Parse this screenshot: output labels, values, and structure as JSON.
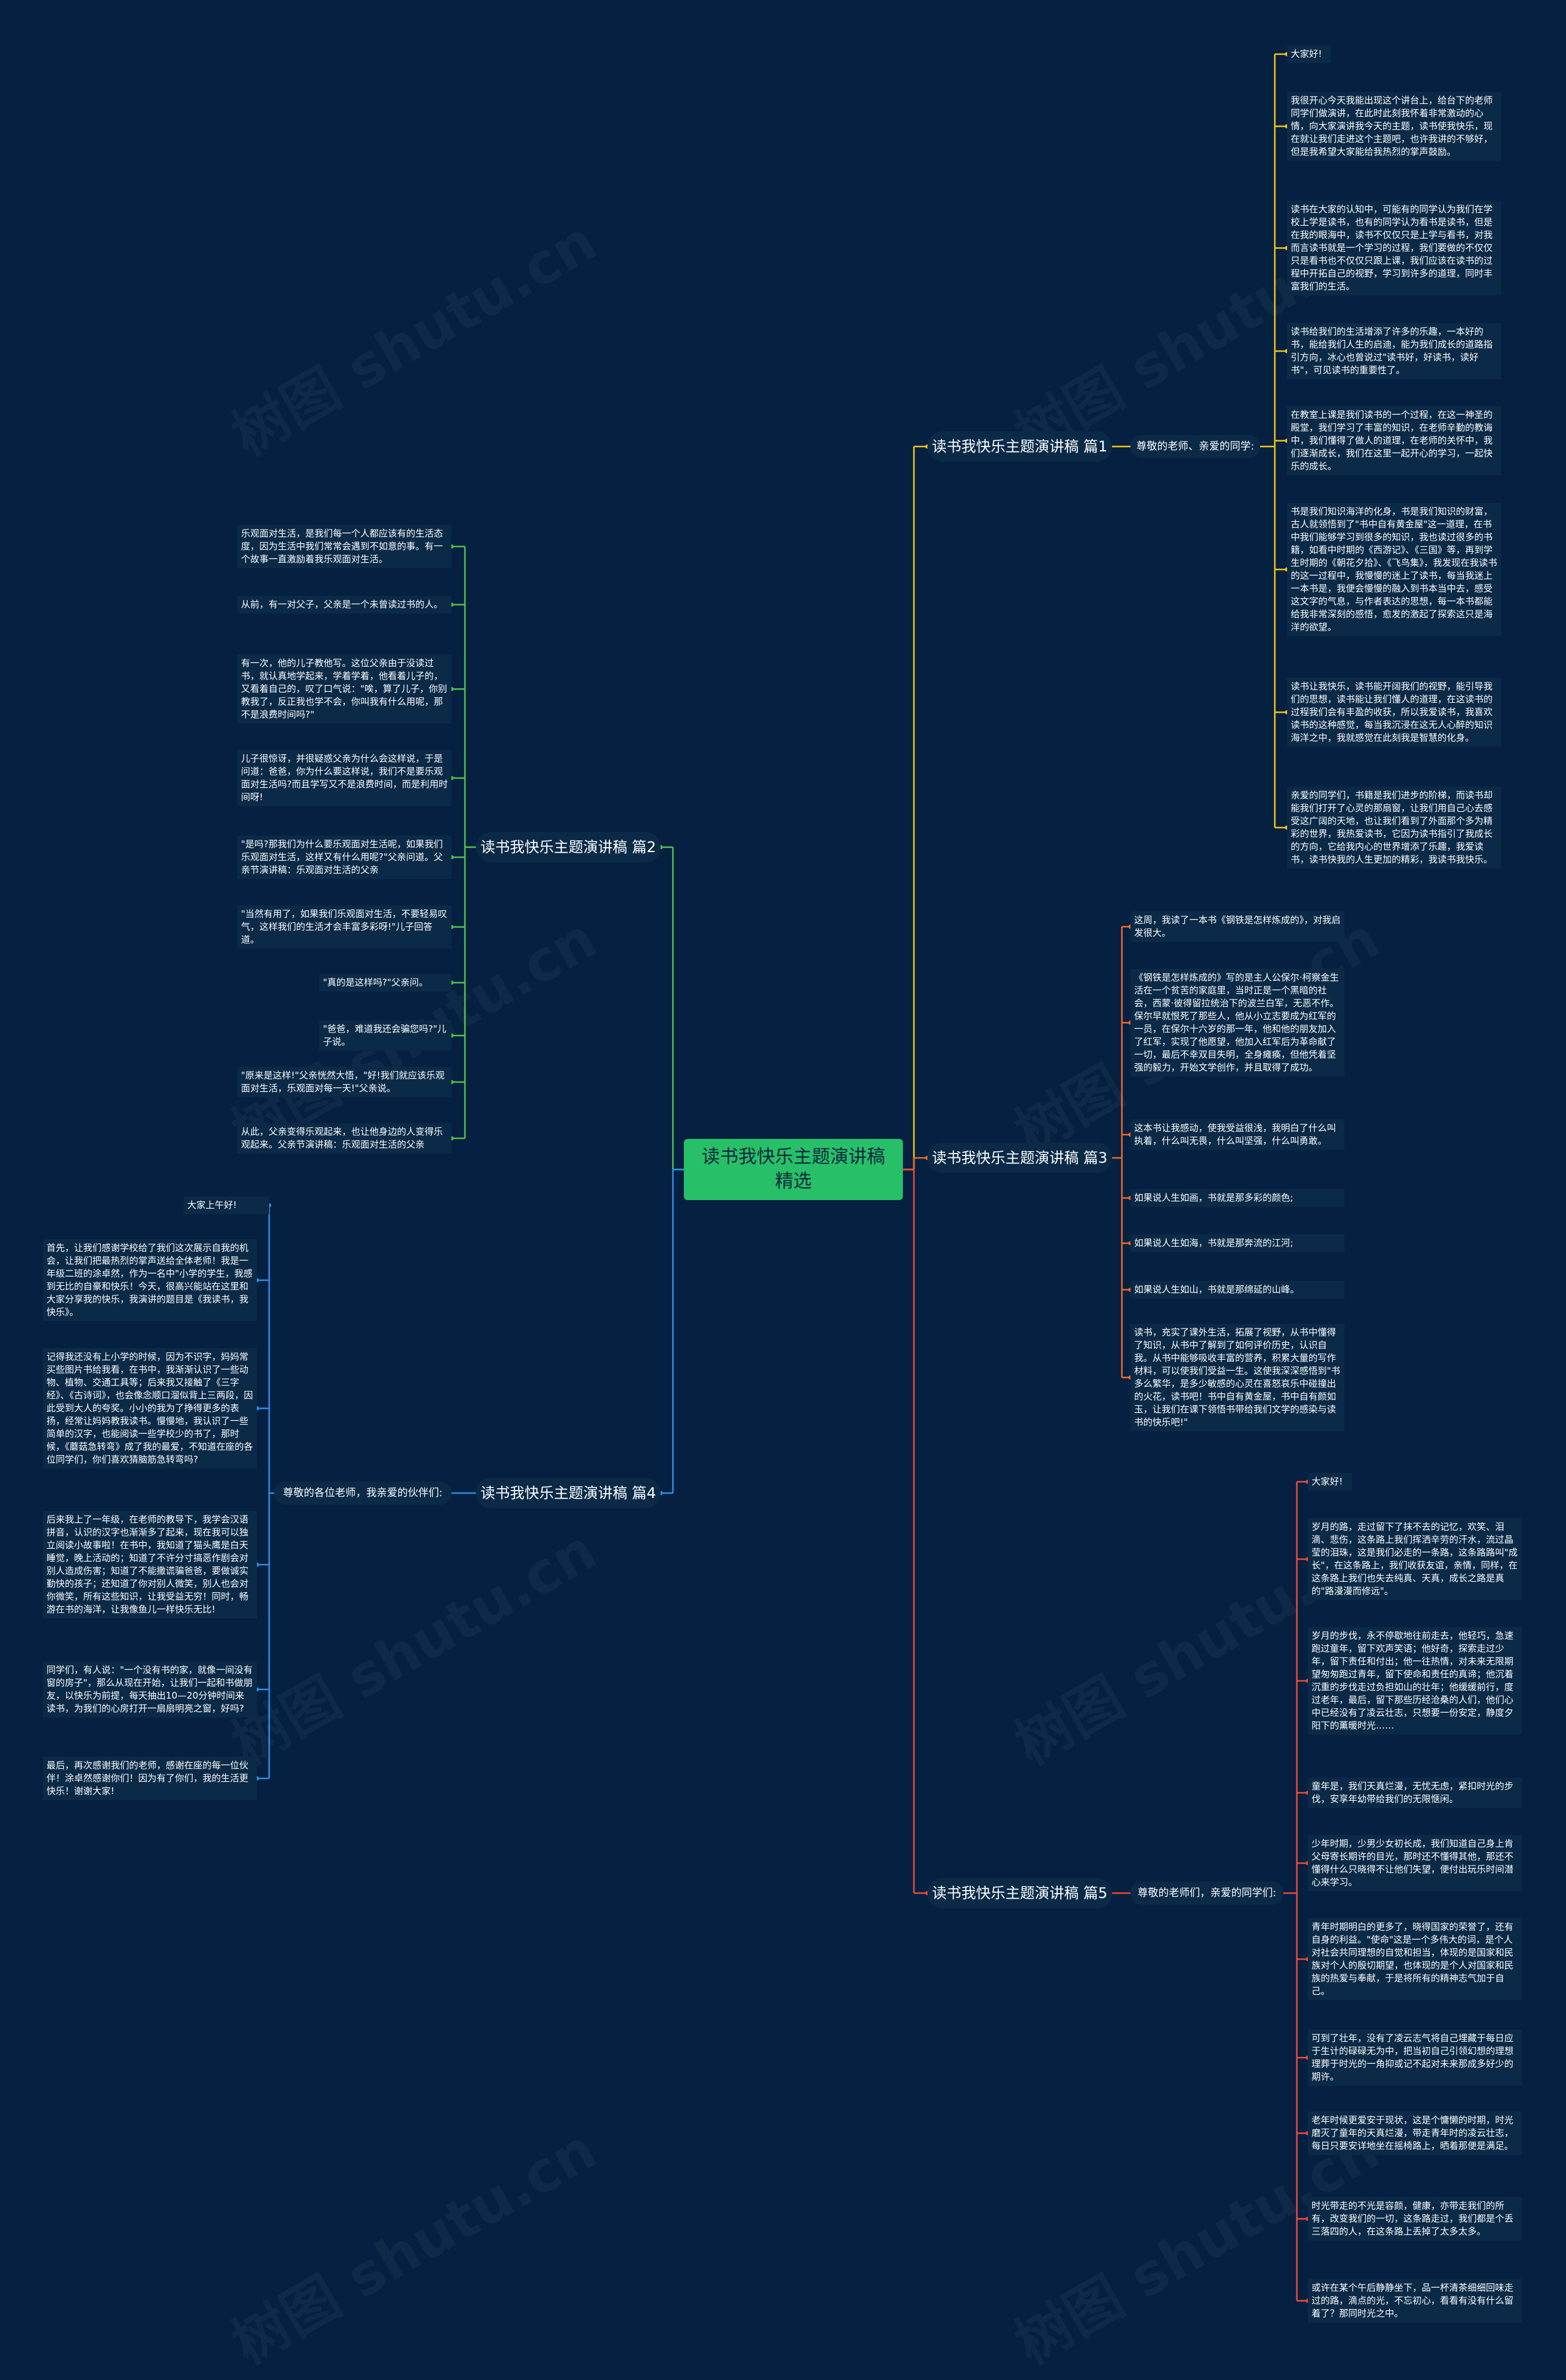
{
  "root": {
    "title": "读书我快乐主题演讲稿精选"
  },
  "watermark": "树图 shutu.cn",
  "colors": {
    "b1": "#f5c518",
    "b2": "#52c24a",
    "b3": "#f06a2a",
    "b4": "#2e8fe8",
    "b5": "#f04a3a",
    "root": "#27c069",
    "bg": "#052040"
  },
  "branches": {
    "b1": {
      "title": "读书我快乐主题演讲稿 篇1",
      "sub": "尊敬的老师、亲爱的同学:",
      "leaves": [
        "大家好!",
        "我很开心今天我能出现这个讲台上，给台下的老师同学们做演讲，在此时此刻我怀着非常激动的心情，向大家演讲我今天的主题，读书使我快乐，现在就让我们走进这个主题吧，也许我讲的不够好，但是我希望大家能给我热烈的掌声鼓励。",
        "读书在大家的认知中，可能有的同学认为我们在学校上学是读书，也有的同学认为看书是读书，但是在我的眼海中，读书不仅仅只是上学与看书，对我而言读书就是一个学习的过程，我们要做的不仅仅只是看书也不仅仅只跟上课，我们应该在读书的过程中开拓自己的视野，学习到许多的道理，同时丰富我们的生活。",
        "读书给我们的生活增添了许多的乐趣，一本好的书，能给我们人生的启迪，能为我们成长的道路指引方向，冰心也曾说过\"读书好，好读书，读好书\"，可见读书的重要性了。",
        "在教室上课是我们读书的一个过程，在这一神圣的殿堂，我们学习了丰富的知识，在老师辛勤的教诲中，我们懂得了做人的道理，在老师的关怀中，我们逐渐成长，我们在这里一起开心的学习，一起快乐的成长。",
        "书是我们知识海洋的化身，书是我们知识的财富，古人就领悟到了\"书中自有黄金屋\"这一道理，在书中我们能够学习到很多的知识，我也读过很多的书籍，如看中时期的《西游记》、《三国》等，再到学生时期的《朝花夕拾》、《飞鸟集》，我发现在我读书的这一过程中，我慢慢的迷上了读书，每当我迷上一本书是，我便会慢慢的融入到书本当中去，感受这文字的气息，与作者表达的思想，每一本书都能给我非常深刻的感悟，愈发的激起了探索这只是海洋的欲望。",
        "读书让我快乐，读书能开阔我们的视野，能引导我们的思想，读书能让我们懂人的道理，在这读书的过程我们会有丰盈的收获，所以我爱读书，我喜欢读书的这种感觉，每当我沉浸在这无人心醉的知识海洋之中，我就感觉在此刻我是智慧的化身。",
        "亲爱的同学们，书籍是我们进步的阶梯，而读书却能我们打开了心灵的那扇窗，让我们用自己心去感受这广阔的天地，也让我们看到了外面那个多为精彩的世界，我热爱读书，它因为读书指引了我成长的方向，它给我内心的世界增添了乐趣，我爱读书，读书快我的人生更加的精彩，我读书我快乐。"
      ]
    },
    "b2": {
      "title": "读书我快乐主题演讲稿 篇2",
      "leaves": [
        "乐观面对生活，是我们每一个人都应该有的生活态度，因为生活中我们常常会遇到不如意的事。有一个故事一直激励着我乐观面对生活。",
        "从前，有一对父子，父亲是一个未曾读过书的人。",
        "有一次，他的儿子教他写。这位父亲由于没读过书，就认真地学起来，学着学着，他看着儿子的，又看着自己的，叹了口气说：\"唉，算了儿子，你别教我了，反正我也学不会，你叫我有什么用呢，那不是浪费时间吗?\"",
        "儿子很惊讶，并很疑惑父亲为什么会这样说，于是问道：爸爸，你为什么要这样说，我们不是要乐观面对生活吗?而且学写又不是浪费时间，而是利用时间呀!",
        "\"是吗?那我们为什么要乐观面对生活呢，如果我们乐观面对生活，这样又有什么用呢?\"父亲问道。父亲节演讲稿：乐观面对生活的父亲",
        "\"当然有用了，如果我们乐观面对生活，不要轻易叹气，这样我们的生活才会丰富多彩呀!\"儿子回答道。",
        "\"真的是这样吗?\"父亲问。",
        "\"爸爸，难道我还会骗您吗?\"儿子说。",
        "\"原来是这样!\"父亲恍然大悟，\"好!我们就应该乐观面对生活，乐观面对每一天!\"父亲说。",
        "从此，父亲变得乐观起来，也让他身边的人变得乐观起来。父亲节演讲稿：乐观面对生活的父亲"
      ]
    },
    "b3": {
      "title": "读书我快乐主题演讲稿 篇3",
      "leaves": [
        "这周，我读了一本书《钢铁是怎样炼成的》，对我启发很大。",
        "《钢铁是怎样炼成的》写的是主人公保尔·柯察金生活在一个贫苦的家庭里，当时正是一个黑暗的社会，西蒙·彼得留拉统治下的波兰白军，无恶不作。保尔早就恨死了那些人，他从小立志要成为红军的一员，在保尔十六岁的那一年，他和他的朋友加入了红军，实现了他愿望，他加入红军后为革命献了一切，最后不幸双目失明，全身瘫痪，但他凭着坚强的毅力，开始文学创作，并且取得了成功。",
        "这本书让我感动，使我受益很浅，我明白了什么叫执着，什么叫无畏，什么叫坚强，什么叫勇敢。",
        "如果说人生如画，书就是那多彩的颜色;",
        "如果说人生如海，书就是那奔流的江河;",
        "如果说人生如山，书就是那绵延的山峰。",
        "读书，充实了课外生活，拓展了视野，从书中懂得了知识，从书中了解到了如何评价历史，认识自我。从书中能够吸收丰富的营养，积累大量的写作材料，可以使我们受益一生。这使我深深感悟到\"书多么繁华，是多少敏感的心灵在喜怒哀乐中碰撞出的火花，读书吧！书中自有黄金屋，书中自有颜如玉，让我们在课下领悟书带给我们文学的感染与读书的快乐吧!\""
      ]
    },
    "b4": {
      "title": "读书我快乐主题演讲稿 篇4",
      "sub": "尊敬的各位老师，我亲爱的伙伴们:",
      "leaves": [
        "大家上午好!",
        "首先，让我们感谢学校给了我们这次展示自我的机会，让我们把最热烈的掌声送给全体老师！我是一年级二班的涂卓然，作为一名中\"小学的学生，我感到无比的自豪和快乐！今天，很高兴能站在这里和大家分享我的快乐，我演讲的题目是《我读书，我快乐》。",
        "记得我还没有上小学的时候，因为不识字，妈妈常买些图片书给我看，在书中，我渐渐认识了一些动物、植物、交通工具等；后来我又接触了《三字经》、《古诗词》，也会像念顺口溜似背上三两段，因此受到大人的夸奖。小小的我为了挣得更多的表扬，经常让妈妈教我读书。慢慢地，我认识了一些简单的汉字，也能阅读一些学校少的书了，那时候，《蘑菇急转弯》成了我的最爱，不知道在座的各位同学们，你们喜欢猜脑筋急转弯吗?",
        "后来我上了一年级，在老师的教导下，我学会汉语拼音，认识的汉字也渐渐多了起来，现在我可以独立阅读小故事啦！在书中，我知道了猫头鹰是白天睡觉，晚上活动的；知道了不许分寸搞恶作剧会对别人造成伤害；知道了不能撒谎骗爸爸，要做诚实勤快的孩子；还知道了你对别人微笑，别人也会对你微笑，所有这些知识，让我受益无穷！同时，畅游在书的海洋，让我像鱼儿一样快乐无比!",
        "同学们，有人说：\"一个没有书的家，就像一间没有窗的房子\"，那么从现在开始，让我们一起和书做朋友，以快乐为前提，每天抽出10—20分钟时间来读书，为我们的心房打开一扇扇明亮之窗，好吗?",
        "最后，再次感谢我们的老师，感谢在座的每一位伙伴！涂卓然感谢你们！因为有了你们，我的生活更快乐！谢谢大家!"
      ]
    },
    "b5": {
      "title": "读书我快乐主题演讲稿 篇5",
      "sub": "尊敬的老师们，亲爱的同学们:",
      "leaves": [
        "大家好!",
        "岁月的路，走过留下了抹不去的记忆，欢笑、泪滴、悲伤，这条路上我们挥洒辛劳的汗水，流过晶莹的泪珠，这是我们必走的一条路，这条路路叫\"成长\"，在这条路上，我们收获友谊，亲情，同样，在这条路上我们也失去纯真、天真，成长之路是真的\"路漫漫而修远\"。",
        "岁月的步伐，永不停歇地往前走去，他轻巧，急速跑过童年，留下欢声笑语；他好奇，探索走过少年，留下责任和付出；他一往热情，对未来无限期望匆匆跑过青年，留下使命和责任的真谛；他沉着沉重的步伐走过负担如山的壮年；他缓缓前行，度过老年，最后，留下那些历经沧桑的人们，他们心中已经没有了凌云壮志，只想要一份安定，静度夕阳下的薰暖时光……",
        "童年是，我们天真烂漫，无忧无虑，紧扣时光的步伐，安享年幼带给我们的无限惬闲。",
        "少年时期，少男少女初长成，我们知道自己身上肯父母寄长期许的目光，那时还不懂得其他，那还不懂得什么只晓得不让他们失望，便付出玩乐时间潜心来学习。",
        "青年时期明白的更多了，晓得国家的荣誉了，还有自身的利益。\"使命\"这是一个多伟大的词，是个人对社会共同理想的自觉和担当，体现的是国家和民族对个人的殷切期望，也体现的是个人对国家和民族的热爱与奉献，于是将所有的精神志气加于自己。",
        "可到了壮年，没有了凌云志气将自己埋藏于每日应于生计的碌碌无为中，把当初自己引领幻想的理想理葬于时光的一角抑或记不起对未来那成多好少的期许。",
        "老年时候更爱安于现状，这是个慵懒的时期，时光磨灭了童年的天真烂漫，带走青年时的凌云壮志，每日只要安详地坐在摇椅路上，晒着那便是满足。",
        "时光带走的不光是容颜，健康，亦带走我们的所有，改变我们的一切，这条路走过，我们都是个丢三落四的人，在这条路上丢掉了太多太多。",
        "或许在某个午后静静坐下，品一杯清茶细细回味走过的路，滴点的光，不忘初心，看看有没有什么留着了？那同时光之中。"
      ]
    }
  }
}
